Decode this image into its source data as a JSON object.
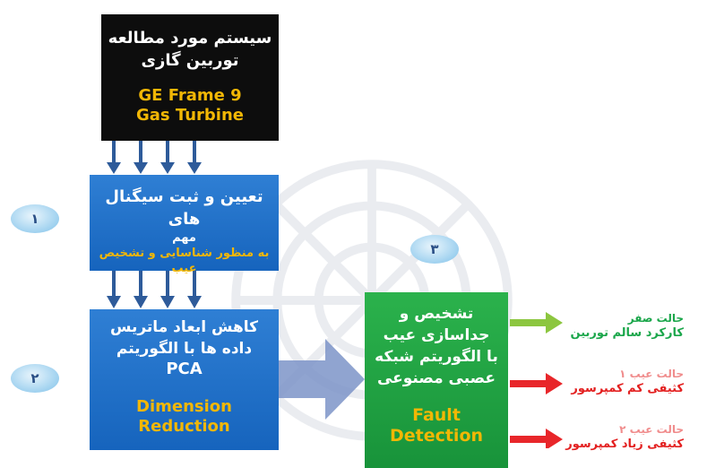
{
  "source_box": {
    "title_fa_line1": "سیستم مورد مطالعه",
    "title_fa_line2": "توربین گازی",
    "title_en_line1": "GE Frame 9",
    "title_en_line2": "Gas Turbine"
  },
  "step1_box": {
    "line1": "تعیین و ثبت سیگنال های",
    "line2": "مهم",
    "line3": "به منظور شناسایی و تشخیص",
    "line4": "عیب"
  },
  "step2_box": {
    "line1": "کاهش ابعاد ماتریس",
    "line2": "داده ها با الگوریتم",
    "line3": "PCA",
    "en_line1": "Dimension",
    "en_line2": "Reduction"
  },
  "step3_box": {
    "line1": "تشخیص و",
    "line2": "جداسازی عیب",
    "line3": "با الگوریتم شبکه",
    "line4": "عصبی مصنوعی",
    "en_line1": "Fault",
    "en_line2": "Detection"
  },
  "badges": {
    "step1": "۱",
    "step2": "۲",
    "step3": "۳"
  },
  "outputs": [
    {
      "state": "حالت صفر",
      "description": "کارکرد سالم توربین",
      "state_color": "#1aa64a",
      "desc_color": "#1aa64a"
    },
    {
      "state": "حالت عیب ۱",
      "description": "کثیفی کم کمپرسور",
      "state_color": "#f08c8c",
      "desc_color": "#e32020"
    },
    {
      "state": "حالت عیب ۲",
      "description": "کثیفی زیاد کمپرسور",
      "state_color": "#f08c8c",
      "desc_color": "#e32020"
    }
  ],
  "colors": {
    "box_dark": "#0d0d0d",
    "box_blue": "#1f6fc8",
    "box_green": "#22a344",
    "accent_gold": "#f2b705",
    "arrow_blue": "#2e5b9a",
    "arrow_green": "#8cc63f",
    "arrow_red": "#e8262a",
    "big_arrow": "#7d94c8"
  }
}
